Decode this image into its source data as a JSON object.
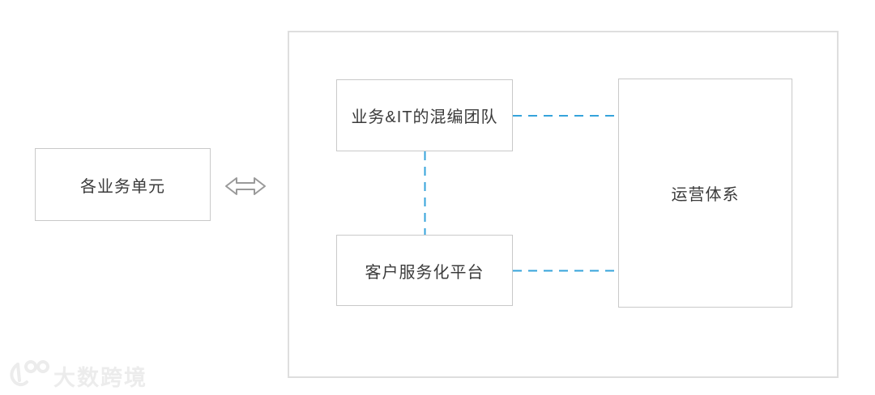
{
  "boxes": {
    "business_units": {
      "label": "各业务单元"
    },
    "mixed_team": {
      "label": "业务&IT的混编团队"
    },
    "service_platform": {
      "label": "客户服务化平台"
    },
    "operation_system": {
      "label": "运营体系"
    }
  },
  "colors": {
    "box_border": "#c9c9c9",
    "container_border": "#dedede",
    "connector_blue": "#35a3db",
    "arrow_gray": "#9a9a9a",
    "text": "#3b3b3b",
    "watermark_gray": "#ececec"
  },
  "watermark": {
    "logo": "100",
    "text": "大数跨境"
  }
}
